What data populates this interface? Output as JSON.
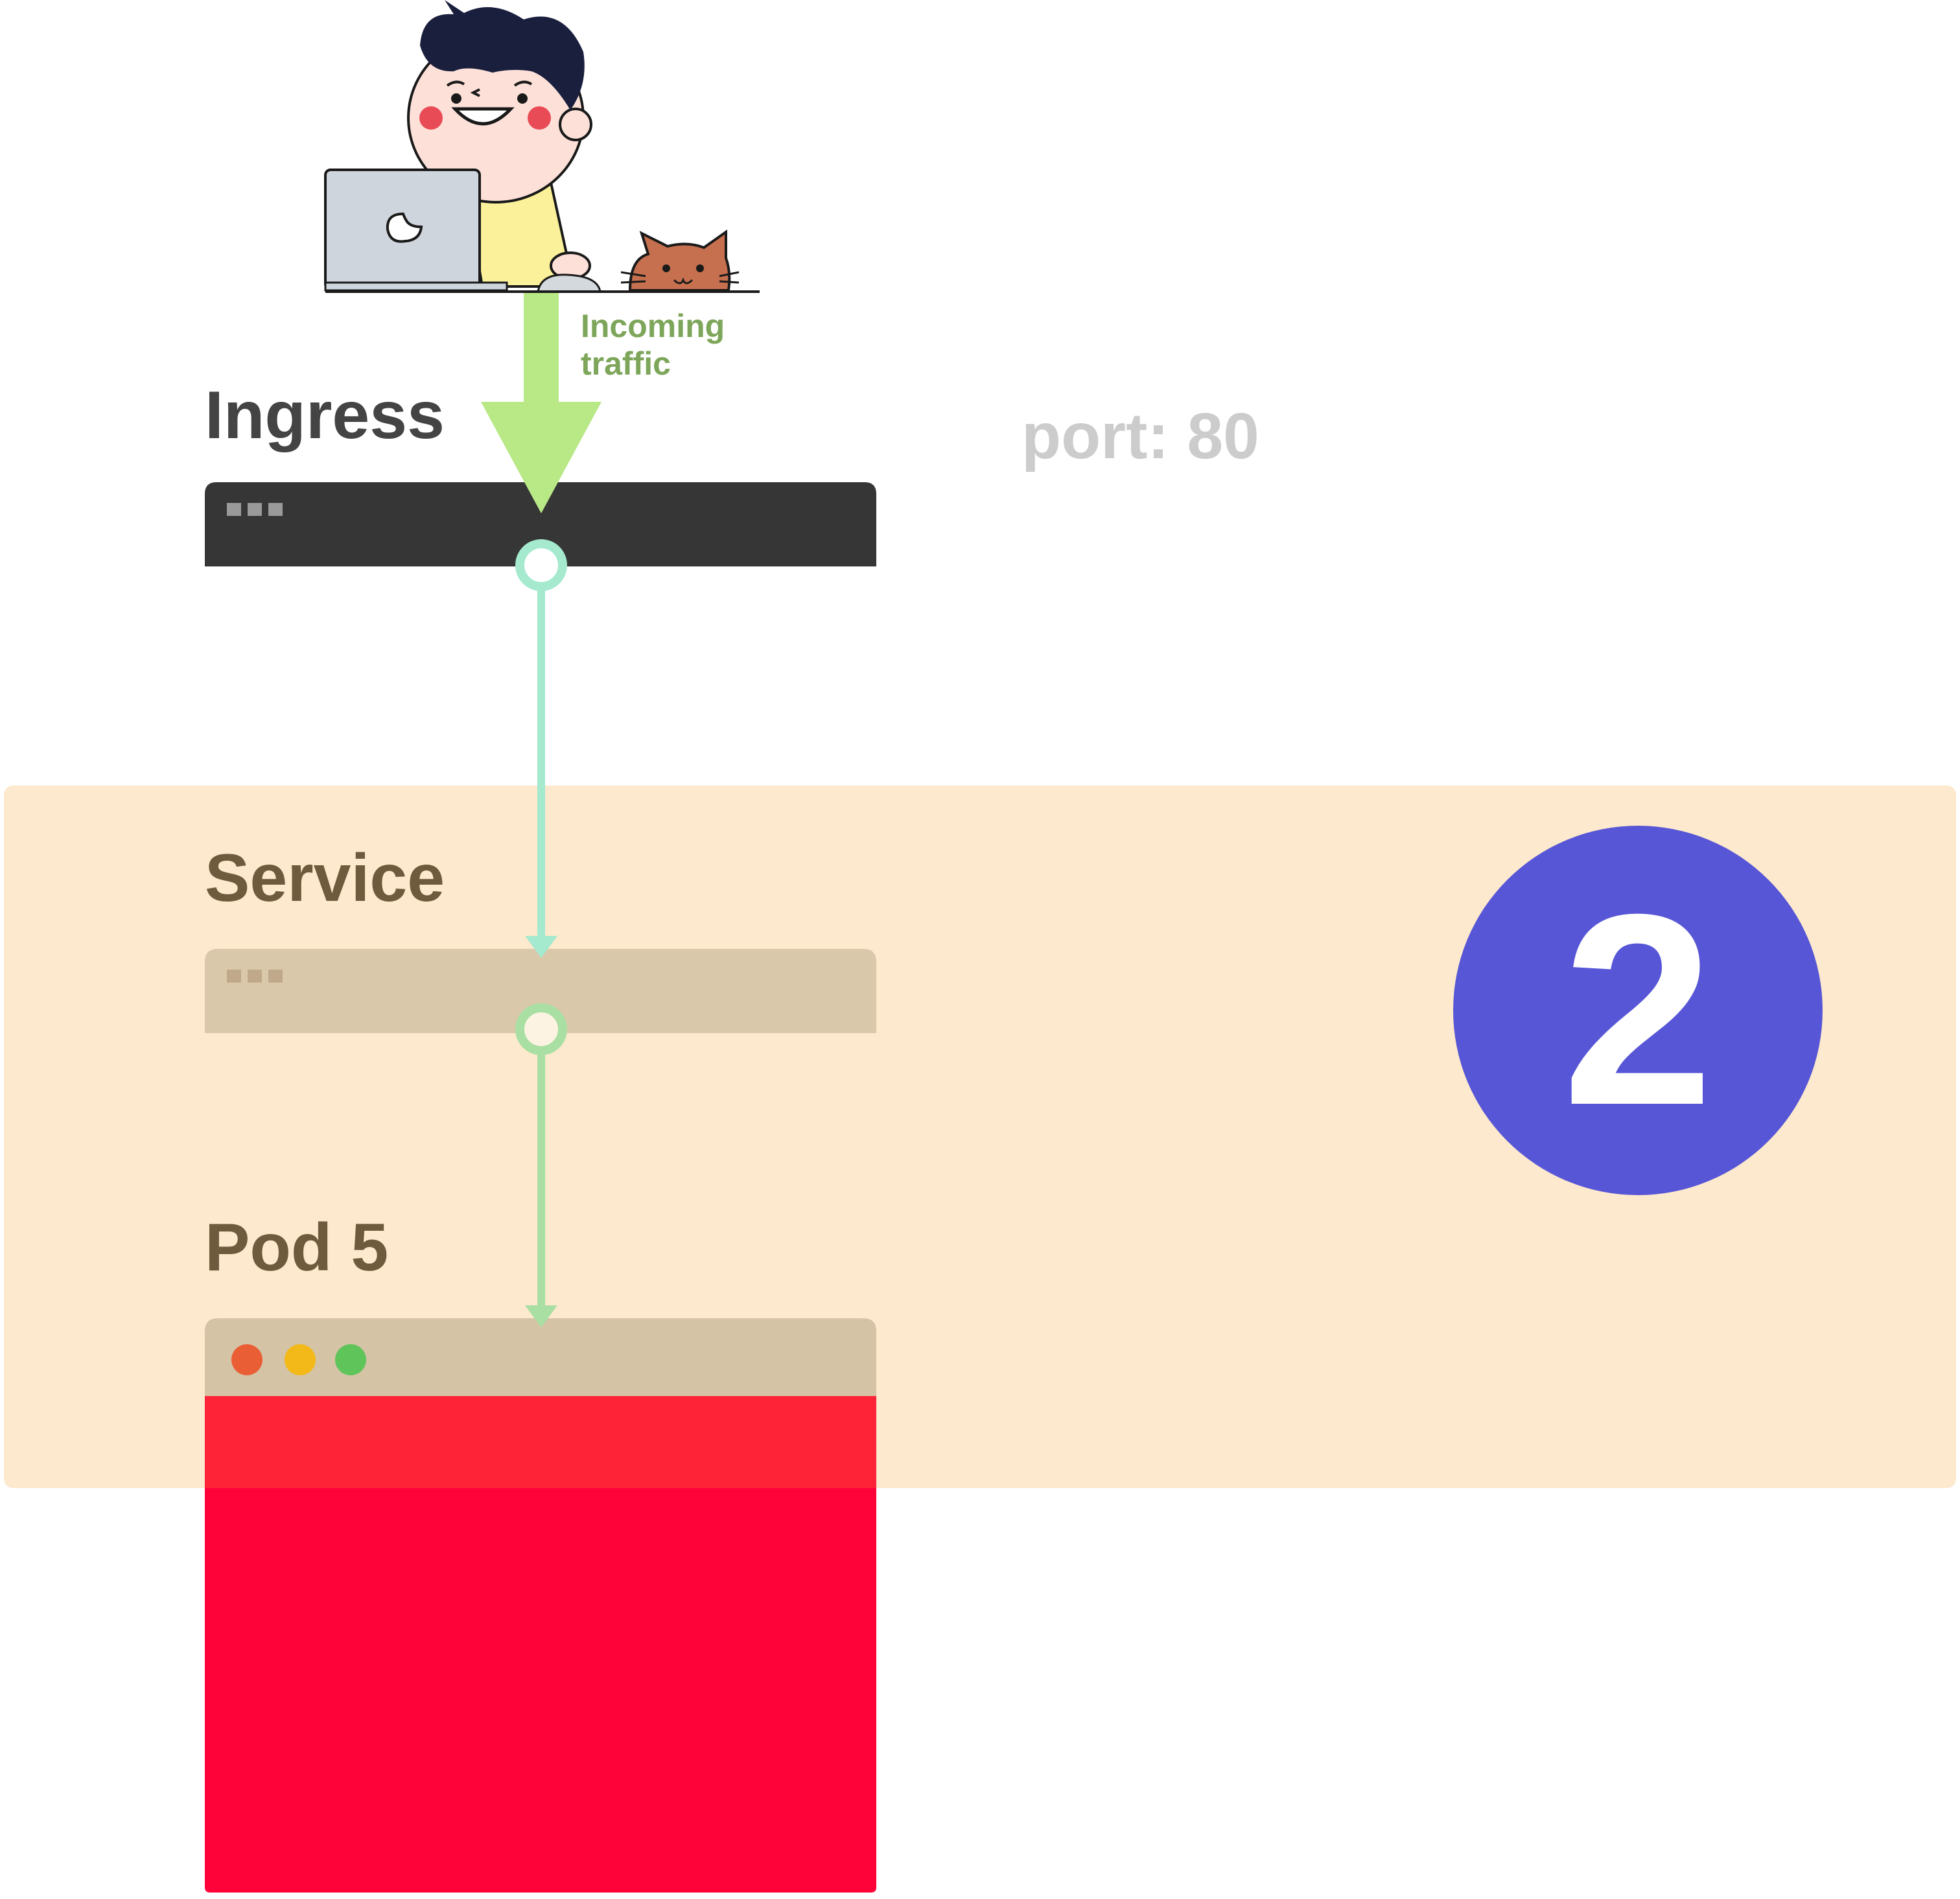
{
  "incoming": {
    "line1": "Incoming",
    "line2": "traffic"
  },
  "ingress": {
    "title": "Ingress"
  },
  "port": {
    "label": "port: 80"
  },
  "service": {
    "title": "Service"
  },
  "pod": {
    "title": "Pod 5"
  },
  "step": {
    "number": "2"
  },
  "colors": {
    "ingress_bar": "#363636",
    "service_bar": "#dac8aa",
    "pod_header": "#d5c3a5",
    "pod_body_top": "#fe2337",
    "pod_body": "#fe033a",
    "highlight_panel": "#fde9cd",
    "step_circle": "#5756d6",
    "arrow_green": "#b8e986",
    "connector": "#a5e9cf",
    "ingress_text": "#444444",
    "panel_text": "#6e5a3c",
    "port_text": "#cccccc",
    "incoming_text": "#7da65a"
  },
  "icons": [
    "person-with-laptop-illustration",
    "cat-icon",
    "window-dots-icon",
    "connector-node-icon",
    "arrowhead-icon"
  ]
}
